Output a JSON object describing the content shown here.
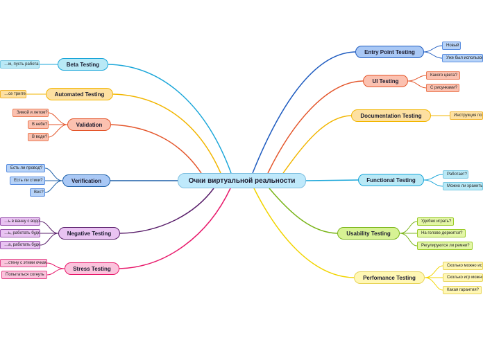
{
  "center": "Очки виртуальной реальности",
  "colors": {
    "beta": "#1aa6d9",
    "automated": "#f2b600",
    "validation": "#e4562b",
    "verification": "#1c5fa8",
    "negative": "#5a1f6b",
    "stress": "#e8196b",
    "entry": "#1f5cc0",
    "ui": "#e4562b",
    "documentation": "#f2b600",
    "functional": "#1aa6d9",
    "usability": "#7ab519",
    "performance": "#f2d400"
  },
  "branches": {
    "beta": {
      "label": "Beta Testing",
      "items": [
        "…м, пусть работают"
      ]
    },
    "automated": {
      "label": "Automated Testing",
      "items": [
        "…се триггеры"
      ]
    },
    "validation": {
      "label": "Validation",
      "items": [
        "Зимой и летом?",
        "В небе?",
        "В воде?"
      ]
    },
    "verification": {
      "label": "Verification",
      "items": [
        "Есть ли провод?",
        "Есть ли стики?",
        "Вес?"
      ]
    },
    "negative": {
      "label": "Negative Testing",
      "items": [
        "…ь в ванну с водой!",
        "…ь, работать будет?",
        "…а, работать будет?"
      ]
    },
    "stress": {
      "label": "Stress Testing",
      "items": [
        "…стену с этими очками?",
        "Попытаться согнуть"
      ]
    },
    "entry": {
      "label": "Entry Point Testing",
      "items": [
        "Новый",
        "Уже был использова…"
      ]
    },
    "ui": {
      "label": "UI Testing",
      "items": [
        "Какого цвета?",
        "С рисунками?"
      ]
    },
    "documentation": {
      "label": "Documentation Testing",
      "items": [
        "Инструкция по…"
      ]
    },
    "functional": {
      "label": "Functional Testing",
      "items": [
        "Работает?",
        "Можно ли хранить…"
      ]
    },
    "usability": {
      "label": "Usability Testing",
      "items": [
        "Удобно играть?",
        "На голове держится?",
        "Регулируются ли ремни?"
      ]
    },
    "performance": {
      "label": "Perfomance Testing",
      "items": [
        "Сколько можно ис…",
        "Сколько игр можно…",
        "Какая гарантия?"
      ]
    }
  }
}
